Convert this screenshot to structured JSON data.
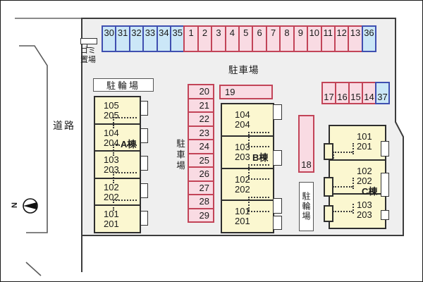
{
  "labels": {
    "road": "道路",
    "parking_lot_top": "駐車場",
    "parking_lot_side": "駐車場",
    "bike_parking_left": "駐輪場",
    "bike_parking_right": "駐輪場",
    "garbage_line1": "ゴミ",
    "garbage_line2": "置場",
    "compass_north": "N"
  },
  "colors": {
    "space_pink_fill": "#f9dbe3",
    "space_pink_border": "#c24458",
    "space_blue_fill": "#cbe7f7",
    "space_blue_border": "#3f4fb0",
    "building_fill": "#fbf7d0",
    "building_border": "#2e2e2e",
    "site_fill": "#efefef"
  },
  "parking": {
    "top_row": [
      "30",
      "31",
      "32",
      "33",
      "34",
      "35",
      "1",
      "2",
      "3",
      "4",
      "5",
      "6",
      "7",
      "8",
      "9",
      "10",
      "11",
      "12",
      "13",
      "36"
    ],
    "middle_column": [
      "20",
      "21",
      "22",
      "23",
      "24",
      "25",
      "26",
      "27",
      "28",
      "29"
    ],
    "space_19": "19",
    "space_18": "18",
    "right_row": [
      "17",
      "16",
      "15",
      "14",
      "37"
    ]
  },
  "buildings": {
    "a": {
      "name": "A棟",
      "units": [
        [
          "105",
          "205"
        ],
        [
          "104",
          "204"
        ],
        [
          "103",
          "203"
        ],
        [
          "102",
          "202"
        ],
        [
          "101",
          "201"
        ]
      ]
    },
    "b": {
      "name": "B棟",
      "units": [
        [
          "104",
          "204"
        ],
        [
          "103",
          "203"
        ],
        [
          "102",
          "202"
        ],
        [
          "101",
          "201"
        ]
      ]
    },
    "c": {
      "name": "C棟",
      "units": [
        [
          "101",
          "201"
        ],
        [
          "102",
          "202"
        ],
        [
          "103",
          "203"
        ]
      ]
    }
  }
}
